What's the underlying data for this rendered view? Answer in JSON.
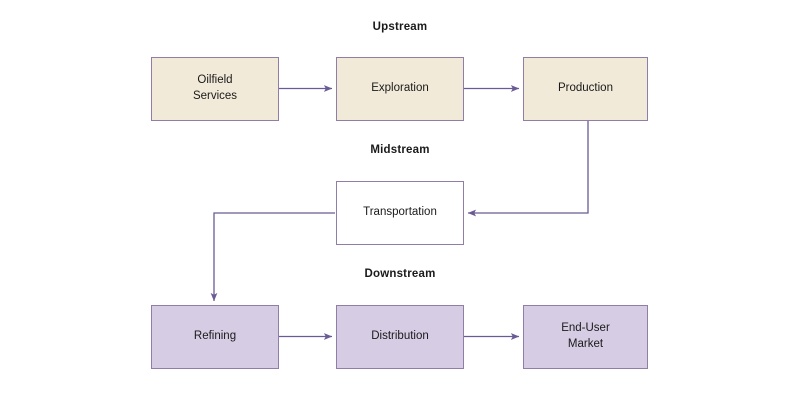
{
  "diagram": {
    "title_sections": [
      {
        "id": "upstream",
        "label": "Upstream"
      },
      {
        "id": "midstream",
        "label": "Midstream"
      },
      {
        "id": "downstream",
        "label": "Downstream"
      }
    ],
    "colors": {
      "upstream_fill": "#f2ead9",
      "midstream_fill": "#ffffff",
      "downstream_fill": "#d6cce4",
      "border": "#8f7fa8",
      "edge": "#6b5b95",
      "text": "#1a1a1a",
      "background": "#ffffff"
    },
    "nodes": [
      {
        "id": "oilfield-services",
        "label": "Oilfield\nServices",
        "line1": "Oilfield",
        "line2": "Services",
        "section": "upstream"
      },
      {
        "id": "exploration",
        "label": "Exploration",
        "section": "upstream"
      },
      {
        "id": "production",
        "label": "Production",
        "section": "upstream"
      },
      {
        "id": "transportation",
        "label": "Transportation",
        "section": "midstream"
      },
      {
        "id": "refining",
        "label": "Refining",
        "section": "downstream"
      },
      {
        "id": "distribution",
        "label": "Distribution",
        "section": "downstream"
      },
      {
        "id": "end-user-market",
        "label": "End-User\nMarket",
        "line1": "End-User",
        "line2": "Market",
        "section": "downstream"
      }
    ],
    "edges": [
      {
        "from": "oilfield-services",
        "to": "exploration"
      },
      {
        "from": "exploration",
        "to": "production"
      },
      {
        "from": "production",
        "to": "transportation"
      },
      {
        "from": "transportation",
        "to": "refining"
      },
      {
        "from": "refining",
        "to": "distribution"
      },
      {
        "from": "distribution",
        "to": "end-user-market"
      }
    ]
  }
}
